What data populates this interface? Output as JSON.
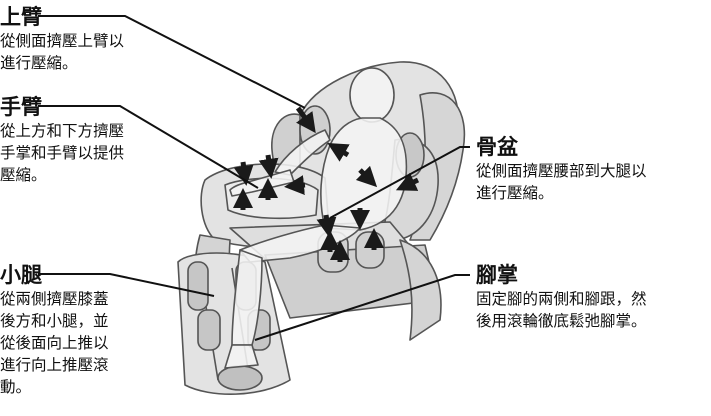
{
  "labels": {
    "upper_arm": {
      "title": "上臂",
      "desc": [
        "從側面擠壓上臂以",
        "進行壓縮。"
      ]
    },
    "arm": {
      "title": "手臂",
      "desc": [
        "從上方和下方擠壓",
        "手掌和手臂以提供",
        "壓縮。"
      ]
    },
    "pelvis": {
      "title": "骨盆",
      "desc": [
        "從側面擠壓腰部到大腿以",
        "進行壓縮。"
      ]
    },
    "calf": {
      "title": "小腿",
      "desc": [
        "從兩側擠壓膝蓋",
        "後方和小腿，並",
        "從後面向上推以",
        "進行向上推壓滾",
        "動。"
      ]
    },
    "sole": {
      "title": "腳掌",
      "desc": [
        "固定腳的兩側和腳跟，然",
        "後用滾輪徹底鬆弛腳掌。"
      ]
    }
  },
  "colors": {
    "chair_fill": "#e3e3e3",
    "chair_stroke": "#555555",
    "body_fill": "#f4f4f4",
    "arrow": "#1a1a1a",
    "leader": "#111111"
  }
}
